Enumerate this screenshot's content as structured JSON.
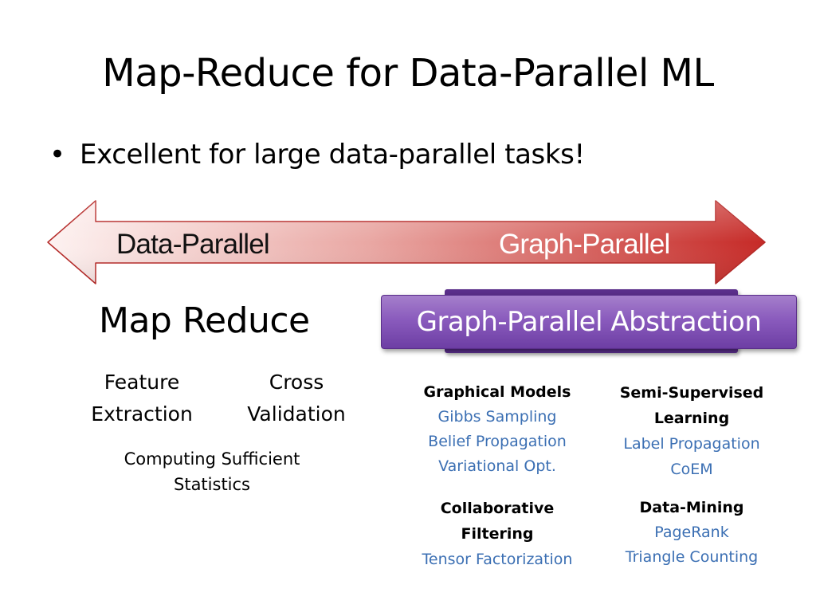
{
  "slide": {
    "title": "Map-Reduce for Data-Parallel ML",
    "bullet": "Excellent for large data-parallel tasks!",
    "bullet_marker": "•"
  },
  "arrow": {
    "left_label": "Data-Parallel",
    "right_label": "Graph-Parallel",
    "colors": {
      "start": "#fdf2f1",
      "end": "#c62a27",
      "outline": "#b52a28"
    }
  },
  "map_reduce": {
    "title": "Map Reduce",
    "items": [
      {
        "line1": "Feature",
        "line2": "Extraction"
      },
      {
        "line1": "Cross",
        "line2": "Validation"
      }
    ],
    "stats": {
      "line1": "Computing Sufficient",
      "line2": "Statistics"
    }
  },
  "graph_parallel": {
    "title": "Graph-Parallel Abstraction",
    "colors": {
      "box": "#8a5bbd",
      "shadow_box": "#5a2e8a",
      "item_text": "#3b6fb3"
    },
    "groups": [
      {
        "title_lines": [
          "Graphical Models"
        ],
        "items": [
          "Gibbs Sampling",
          "Belief Propagation",
          "Variational Opt."
        ]
      },
      {
        "title_lines": [
          "Semi-Supervised",
          "Learning"
        ],
        "items": [
          "Label Propagation",
          "CoEM"
        ]
      },
      {
        "title_lines": [
          "Collaborative",
          "Filtering"
        ],
        "items": [
          "Tensor Factorization"
        ]
      },
      {
        "title_lines": [
          "Data-Mining"
        ],
        "items": [
          "PageRank",
          "Triangle Counting"
        ]
      }
    ]
  }
}
